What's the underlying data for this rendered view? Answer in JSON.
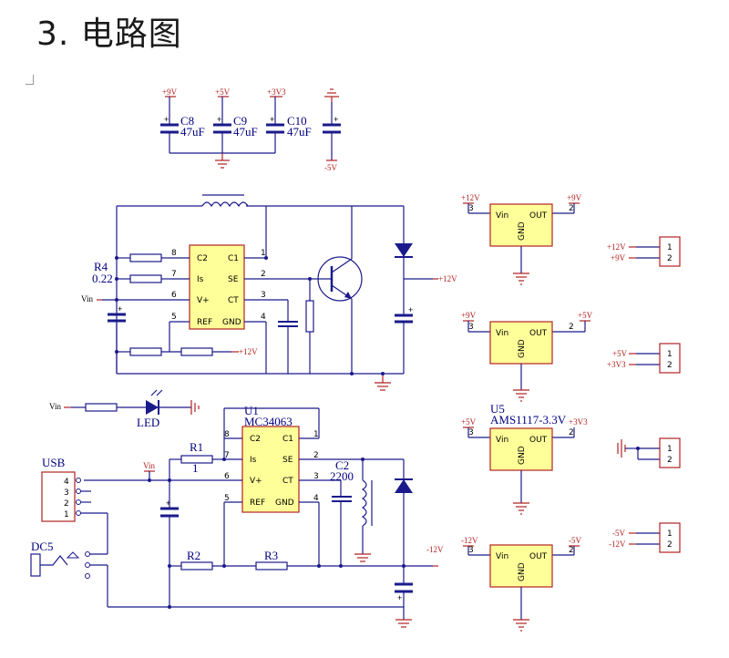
{
  "heading": "3. 电路图",
  "caps_row": {
    "nets": [
      "+9V",
      "+5V",
      "+3V3",
      "-5V"
    ],
    "caps": [
      {
        "ref": "C8",
        "value": "47uF"
      },
      {
        "ref": "C9",
        "value": "47uF"
      },
      {
        "ref": "C10",
        "value": "47uF"
      }
    ]
  },
  "converter_top": {
    "r_ref": "R4",
    "r_value": "0.22",
    "vin": "Vin",
    "out_net": "+12V",
    "ref_net": "+12V",
    "pins": [
      "C2",
      "C1",
      "Is",
      "SE",
      "V+",
      "CT",
      "REF",
      "GND"
    ],
    "pin_nums": [
      "8",
      "1",
      "7",
      "2",
      "6",
      "3",
      "5",
      "4"
    ]
  },
  "led_row": {
    "vin": "Vin",
    "label": "LED"
  },
  "converter_bottom": {
    "u_ref": "U1",
    "u_part": "MC34063",
    "pins": [
      "C2",
      "C1",
      "Is",
      "SE",
      "V+",
      "CT",
      "REF",
      "GND"
    ],
    "pin_nums": [
      "8",
      "1",
      "7",
      "2",
      "6",
      "3",
      "5",
      "4"
    ],
    "r1_ref": "R1",
    "r1_value": "1",
    "c2_ref": "C2",
    "c2_value": "2200",
    "r2_ref": "R2",
    "r3_ref": "R3",
    "vin": "Vin",
    "out_net": "-12V"
  },
  "usb": {
    "label": "USB",
    "pins": [
      "4",
      "3",
      "2",
      "1"
    ]
  },
  "dc": {
    "label": "DC5"
  },
  "regulators": [
    {
      "in_net": "+12V",
      "out_net": "+9V",
      "pin_in": "3",
      "pin_out": "2",
      "vin": "Vin",
      "out": "OUT",
      "gnd": "GND"
    },
    {
      "in_net": "+9V",
      "out_net": "+5V",
      "pin_in": "3",
      "pin_out": "2",
      "vin": "Vin",
      "out": "OUT",
      "gnd": "GND"
    },
    {
      "in_net": "+5V",
      "out_net": "+3V3",
      "pin_in": "3",
      "pin_out": "2",
      "vin": "Vin",
      "out": "OUT",
      "gnd": "GND",
      "ref": "U5",
      "part": "AMS1117-3.3V"
    },
    {
      "in_net": "-12V",
      "out_net": "-5V",
      "pin_in": "3",
      "pin_out": "2",
      "vin": "Vin",
      "out": "OUT",
      "gnd": "GND"
    }
  ],
  "connectors": [
    {
      "nets": [
        "+12V",
        "+9V"
      ],
      "pins": [
        "1",
        "2"
      ]
    },
    {
      "nets": [
        "+5V",
        "+3V3"
      ],
      "pins": [
        "1",
        "2"
      ]
    },
    {
      "nets": [
        "",
        ""
      ],
      "pins": [
        "1",
        "2"
      ]
    },
    {
      "nets": [
        "-5V",
        "-12V"
      ],
      "pins": [
        "1",
        "2"
      ]
    }
  ]
}
